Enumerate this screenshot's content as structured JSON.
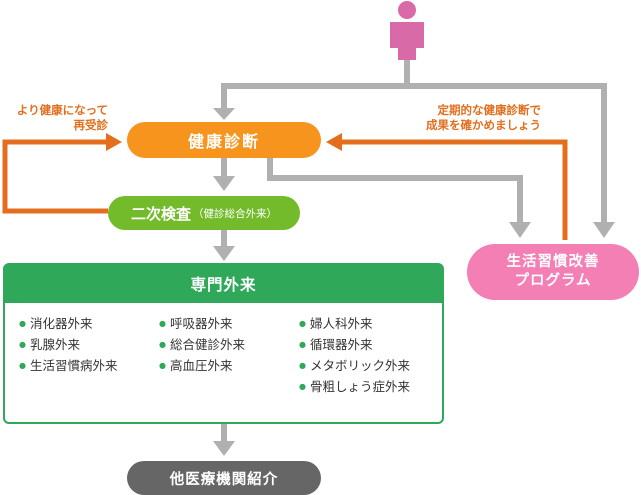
{
  "kenko_shindan": "健康診断",
  "niji_kensa": {
    "main": "二次検査",
    "sub": "（健診総合外来）"
  },
  "program": {
    "line1": "生活習慣改善",
    "line2": "プログラム"
  },
  "senmon": {
    "title": "専門外来",
    "col1": [
      "消化器外来",
      "乳腺外来",
      "生活習慣病外来"
    ],
    "col2": [
      "呼吸器外来",
      "総合健診外来",
      "高血圧外来"
    ],
    "col3": [
      "婦人科外来",
      "循環器外来",
      "メタボリック外来",
      "骨粗しょう症外来"
    ]
  },
  "tahoka": "他医療機関紹介",
  "left_label": {
    "line1": "より健康になって",
    "line2": "再受診"
  },
  "right_label": {
    "line1": "定期的な健康診断で",
    "line2": "成果を確かめましょう"
  },
  "colors": {
    "orange": "#f7941d",
    "orange_arrow": "#e36f1e",
    "green": "#73bb2b",
    "dark_green": "#2fa85a",
    "pink": "#f37fb5",
    "gray": "#666666",
    "connector": "#b0b0b0",
    "person": "#d96aa8"
  },
  "icons": {
    "person": "person-icon"
  }
}
